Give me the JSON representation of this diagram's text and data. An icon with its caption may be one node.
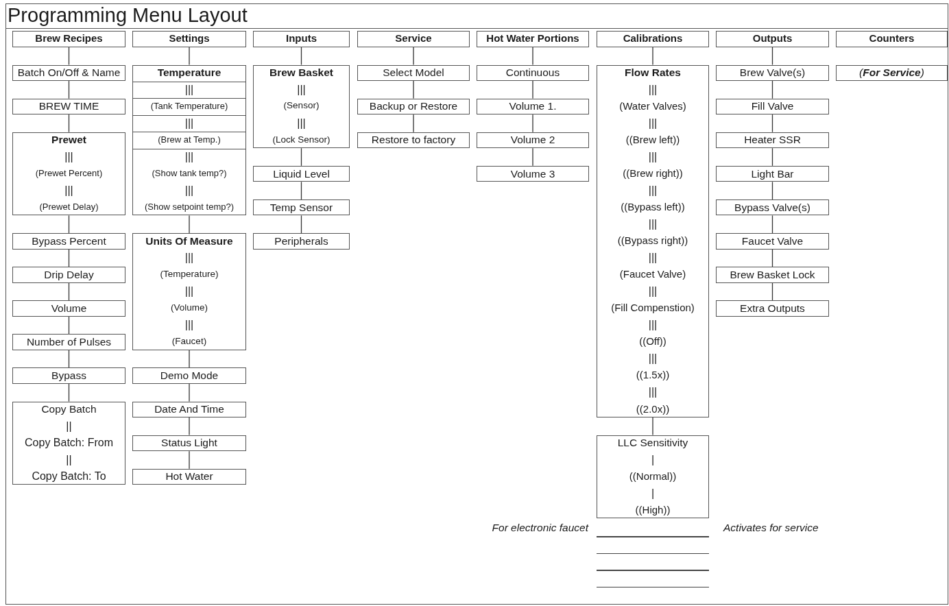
{
  "diagram": {
    "title": "Programming Menu Layout",
    "nodes": [
      {
        "text": [
          "Brew Recipes"
        ]
      },
      {
        "text": [
          "Batch On/Off & Name"
        ]
      },
      {
        "text": [
          "BREW TIME"
        ]
      },
      {
        "text": [
          "Prewet",
          "|||",
          "(Prewet Percent)",
          "|||",
          "(Prewet Delay)"
        ]
      },
      {
        "text": [
          "Bypass Percent"
        ]
      },
      {
        "text": [
          "Drip Delay"
        ]
      },
      {
        "text": [
          "Volume"
        ]
      },
      {
        "text": [
          "Number of Pulses"
        ]
      },
      {
        "text": [
          "Bypass"
        ]
      },
      {
        "text": [
          "Copy Batch",
          "||",
          "Copy Batch: From",
          "||",
          "Copy Batch: To"
        ]
      },
      {
        "text": [
          "Settings"
        ]
      },
      {
        "text": [
          "Temperature",
          "|||",
          "(Tank Temperature)",
          "|||",
          "(Brew at Temp.)",
          "|||",
          "(Show tank temp?)",
          "|||",
          "(Show setpoint temp?)"
        ]
      },
      {
        "text": [
          "Units Of Measure",
          "|||",
          "(Temperature)",
          "|||",
          "(Volume)",
          "|||",
          "(Faucet)"
        ]
      },
      {
        "text": [
          "Demo Mode"
        ]
      },
      {
        "text": [
          "Date And Time"
        ]
      },
      {
        "text": [
          "Status Light"
        ]
      },
      {
        "text": [
          "Hot Water"
        ]
      },
      {
        "text": [
          "Inputs"
        ]
      },
      {
        "text": [
          "Brew Basket",
          "|||",
          "(Sensor)",
          "|||",
          "(Lock Sensor)"
        ]
      },
      {
        "text": [
          "Liquid Level"
        ]
      },
      {
        "text": [
          "Temp Sensor"
        ]
      },
      {
        "text": [
          "Peripherals"
        ]
      },
      {
        "text": [
          "Service"
        ]
      },
      {
        "text": [
          "Select Model"
        ]
      },
      {
        "text": [
          "Backup or Restore"
        ]
      },
      {
        "text": [
          "Restore to factory"
        ]
      },
      {
        "text": [
          "Hot Water Portions"
        ]
      },
      {
        "text": [
          "Continuous"
        ]
      },
      {
        "text": [
          "Volume 1."
        ]
      },
      {
        "text": [
          "Volume 2"
        ]
      },
      {
        "text": [
          "Volume 3"
        ]
      },
      {
        "text": [
          "Calibrations"
        ]
      },
      {
        "text": [
          "Flow Rates",
          "|||",
          "(Water Valves)",
          "|||",
          "((Brew left))",
          "|||",
          "((Brew right))",
          "|||",
          "((Bypass left))",
          "|||",
          "((Bypass right))",
          "|||",
          "(Faucet Valve)",
          "|||",
          "(Fill Compenstion)",
          "|||",
          "((Off))",
          "|||",
          "((1.5x))",
          "|||",
          "((2.0x))"
        ]
      },
      {
        "text": [
          "LLC Sensitivity",
          "|",
          "((Normal))",
          "|",
          "((High))"
        ]
      },
      {
        "text": [
          "Outputs"
        ]
      },
      {
        "text": [
          "Brew Valve(s)"
        ]
      },
      {
        "text": [
          "Fill Valve"
        ]
      },
      {
        "text": [
          "Heater SSR"
        ]
      },
      {
        "text": [
          "Light Bar"
        ]
      },
      {
        "text": [
          "Bypass Valve(s)"
        ]
      },
      {
        "text": [
          "Faucet Valve"
        ]
      },
      {
        "text": [
          "Brew Basket Lock"
        ]
      },
      {
        "text": [
          "Extra Outputs"
        ]
      },
      {
        "text": [
          "Counters"
        ]
      },
      {
        "text": [
          "(**For Service**)"
        ]
      }
    ],
    "edges": [
      {
        "from": 0,
        "to": 1,
        "arrow": "none"
      },
      {
        "from": 1,
        "to": 2,
        "arrow": "none"
      },
      {
        "from": 2,
        "to": 3,
        "arrow": "none"
      },
      {
        "from": 3,
        "to": 4,
        "arrow": "none"
      },
      {
        "from": 4,
        "to": 5,
        "arrow": "none"
      },
      {
        "from": 5,
        "to": 6,
        "arrow": "none"
      },
      {
        "from": 6,
        "to": 7,
        "arrow": "none"
      },
      {
        "from": 7,
        "to": 8,
        "arrow": "none"
      },
      {
        "from": 8,
        "to": 9,
        "arrow": "none"
      },
      {
        "from": 10,
        "to": 11,
        "arrow": "none"
      },
      {
        "from": 11,
        "to": 12,
        "arrow": "none"
      },
      {
        "from": 12,
        "to": 13,
        "arrow": "none"
      },
      {
        "from": 13,
        "to": 14,
        "arrow": "none"
      },
      {
        "from": 14,
        "to": 15,
        "arrow": "none"
      },
      {
        "from": 15,
        "to": 16,
        "arrow": "none"
      },
      {
        "from": 17,
        "to": 18,
        "arrow": "none"
      },
      {
        "from": 18,
        "to": 19,
        "arrow": "none"
      },
      {
        "from": 19,
        "to": 20,
        "arrow": "none"
      },
      {
        "from": 20,
        "to": 21,
        "arrow": "none"
      },
      {
        "from": 22,
        "to": 23,
        "arrow": "none"
      },
      {
        "from": 23,
        "to": 24,
        "arrow": "none"
      },
      {
        "from": 24,
        "to": 25,
        "arrow": "none"
      },
      {
        "from": 26,
        "to": 27,
        "arrow": "none"
      },
      {
        "from": 27,
        "to": 28,
        "arrow": "none"
      },
      {
        "from": 28,
        "to": 29,
        "arrow": "none"
      },
      {
        "from": 29,
        "to": 30,
        "arrow": "none"
      },
      {
        "from": 31,
        "to": 32,
        "arrow": "none"
      },
      {
        "from": 32,
        "to": 33,
        "arrow": "none"
      },
      {
        "from": 34,
        "to": 35,
        "arrow": "none"
      },
      {
        "from": 35,
        "to": 36,
        "arrow": "none"
      },
      {
        "from": 36,
        "to": 37,
        "arrow": "none"
      },
      {
        "from": 37,
        "to": 38,
        "arrow": "none"
      },
      {
        "from": 38,
        "to": 39,
        "arrow": "none"
      },
      {
        "from": 39,
        "to": 40,
        "arrow": "none"
      },
      {
        "from": 40,
        "to": 41,
        "arrow": "none"
      },
      {
        "from": 41,
        "to": 42,
        "arrow": "none"
      }
    ],
    "labels": [
      "For electronic faucet",
      "Activates for service"
    ]
  }
}
